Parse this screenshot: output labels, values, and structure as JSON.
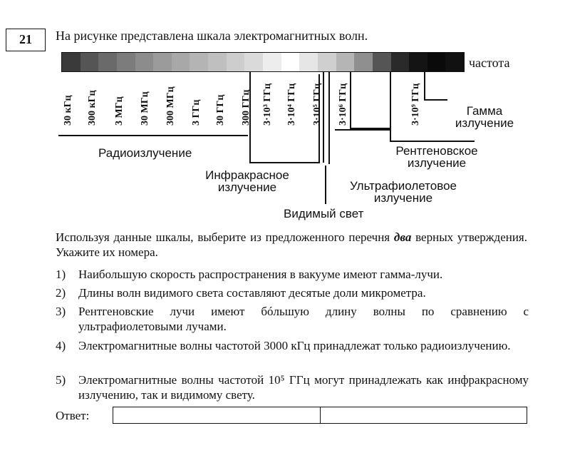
{
  "task": {
    "number": "21",
    "intro": "На рисунке представлена шкала электромагнитных волн."
  },
  "scale": {
    "frequency_label": "частота",
    "ticks": [
      "30 кГц",
      "300 кГц",
      "3 МГц",
      "30 МГц",
      "300 МГц",
      "3 ГГц",
      "30 ГГц",
      "300 ГГц",
      "3·10³ ГГц",
      "3·10⁴ ГГц",
      "3·10⁵ ГГц",
      "3·10⁶ ГГц",
      "3·10⁹ ГГц"
    ],
    "shades": [
      "#3a3a3a",
      "#555",
      "#6a6a6a",
      "#7c7c7c",
      "#8c8c8c",
      "#9b9b9b",
      "#a8a8a8",
      "#b4b4b4",
      "#bfbfbf",
      "#cdcdcd",
      "#dadada",
      "#ededed",
      "#ffffff",
      "#e6e6e6",
      "#cfcfcf",
      "#b5b5b5",
      "#8f8f8f",
      "#555",
      "#2a2a2a",
      "#141414",
      "#0a0a0a",
      "#111"
    ],
    "regions": {
      "radio": "Радиоизлучение",
      "infrared": [
        "Инфракрасное",
        "излучение"
      ],
      "visible": "Видимый свет",
      "ultraviolet": [
        "Ультрафиолетовое",
        "излучение"
      ],
      "xray": [
        "Рентгеновское",
        "излучение"
      ],
      "gamma": [
        "Гамма",
        "излучение"
      ]
    }
  },
  "question": {
    "prompt_before": "Используя данные шкалы, выберите из предложенного перечня",
    "prompt_emph": "два",
    "prompt_after": "верных утверждения. Укажите их номера.",
    "options": [
      {
        "n": "1)",
        "text": "Наибольшую скорость распространения в вакууме имеют гамма-лучи."
      },
      {
        "n": "2)",
        "text": "Длины волн видимого света составляют десятые доли микрометра."
      },
      {
        "n": "3)",
        "text": "Рентгеновские лучи имеют бóльшую длину волны по сравнению с ультрафиолетовыми лучами."
      },
      {
        "n": "4)",
        "text": "Электромагнитные волны частотой 3000 кГц принадлежат только радиоизлучению."
      },
      {
        "n": "5)",
        "text": "Электромагнитные волны частотой 10⁵ ГГц могут принадлежать как инфракрасному излучению, так и видимому свету."
      }
    ]
  },
  "answer": {
    "label": "Ответ:"
  }
}
